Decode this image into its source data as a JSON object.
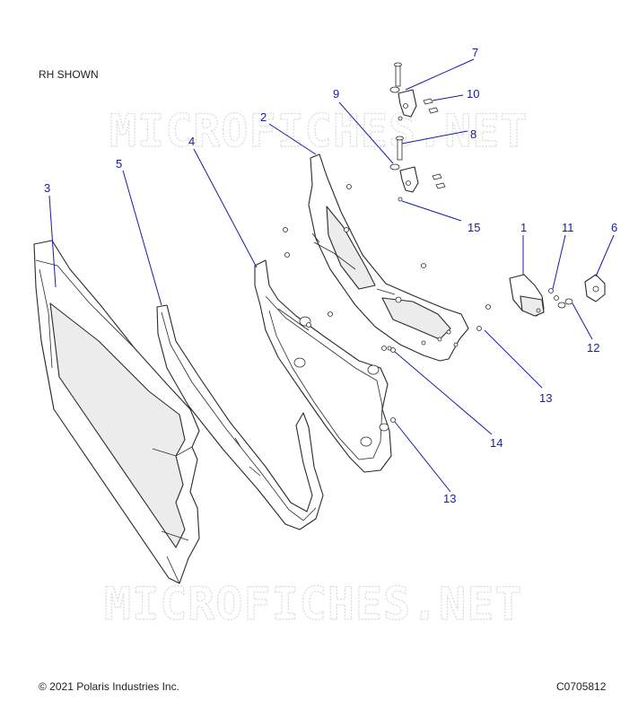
{
  "view_note": "RH SHOWN",
  "watermark": "MICROFICHES.NET",
  "footer": {
    "copyright": "© 2021 Polaris Industries Inc.",
    "drawing_number": "C0705812"
  },
  "callouts": [
    {
      "id": "c1",
      "label": "1"
    },
    {
      "id": "c2",
      "label": "2"
    },
    {
      "id": "c3",
      "label": "3"
    },
    {
      "id": "c4",
      "label": "4"
    },
    {
      "id": "c5",
      "label": "5"
    },
    {
      "id": "c6",
      "label": "6"
    },
    {
      "id": "c7",
      "label": "7"
    },
    {
      "id": "c8",
      "label": "8"
    },
    {
      "id": "c9",
      "label": "9"
    },
    {
      "id": "c10",
      "label": "10"
    },
    {
      "id": "c11",
      "label": "11"
    },
    {
      "id": "c12",
      "label": "12"
    },
    {
      "id": "c13a",
      "label": "13"
    },
    {
      "id": "c13b",
      "label": "13"
    },
    {
      "id": "c14",
      "label": "14"
    },
    {
      "id": "c15",
      "label": "15"
    }
  ],
  "colors": {
    "callout": "#1a1aa6",
    "outline": "#2a2a2a",
    "watermark": "#d9d9d9"
  }
}
